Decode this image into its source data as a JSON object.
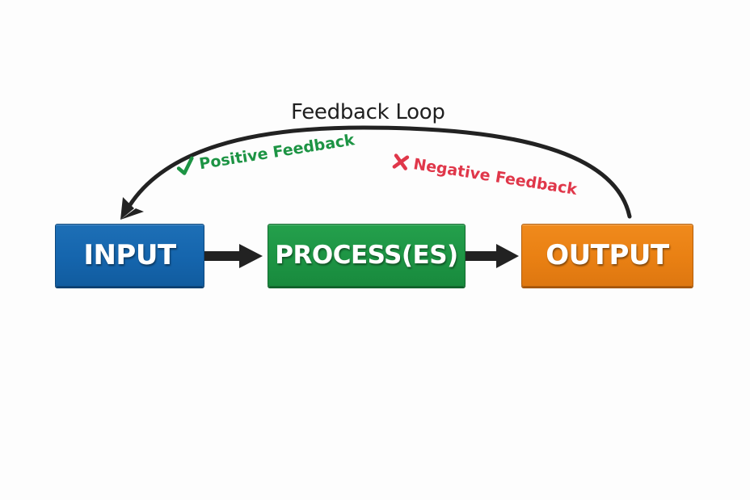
{
  "diagram": {
    "title": "Feedback Loop",
    "nodes": [
      {
        "id": "input",
        "label": "INPUT",
        "color": "#1565ad"
      },
      {
        "id": "process",
        "label": "PROCESS(ES)",
        "color": "#1d9444"
      },
      {
        "id": "output",
        "label": "OUTPUT",
        "color": "#e98013"
      }
    ],
    "edges": [
      {
        "from": "input",
        "to": "process",
        "type": "arrow"
      },
      {
        "from": "process",
        "to": "output",
        "type": "arrow"
      },
      {
        "from": "output",
        "to": "input",
        "type": "curved-arrow",
        "label": "Feedback Loop"
      }
    ],
    "feedback_types": {
      "positive": {
        "label": "Positive Feedback",
        "icon": "check-icon",
        "color": "#1d9444"
      },
      "negative": {
        "label": "Negative Feedback",
        "icon": "cross-icon",
        "color": "#e0374a"
      }
    },
    "colors": {
      "arrow": "#222222",
      "background": "#fdfdfd"
    }
  }
}
